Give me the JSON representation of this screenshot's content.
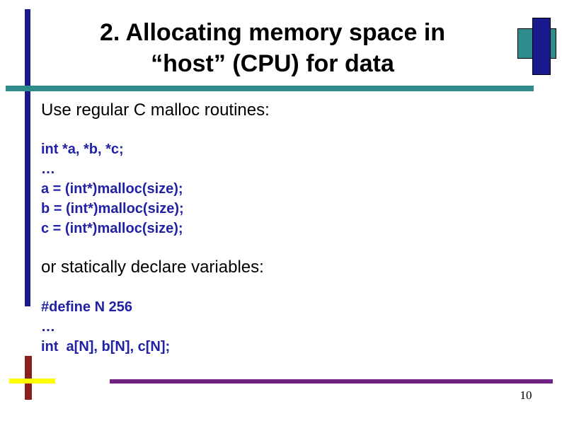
{
  "slide": {
    "title_line1": "2. Allocating memory space in",
    "title_line2": "“host” (CPU) for data",
    "body": {
      "intro1": "Use regular C malloc routines:",
      "code1_lines": [
        "int *a, *b, *c;",
        "…",
        "a = (int*)malloc(size);",
        "b = (int*)malloc(size);",
        "c = (int*)malloc(size);"
      ],
      "intro2": "or statically declare variables:",
      "code2_lines": [
        "#define N 256",
        "…",
        "int  a[N], b[N], c[N];"
      ]
    },
    "page_number": "10",
    "colors": {
      "navy": "#1A1A8C",
      "teal": "#2E8C8C",
      "code_blue": "#2121A5",
      "purple": "#722082",
      "dark_red": "#8B2020",
      "yellow": "#FFFF00"
    }
  }
}
